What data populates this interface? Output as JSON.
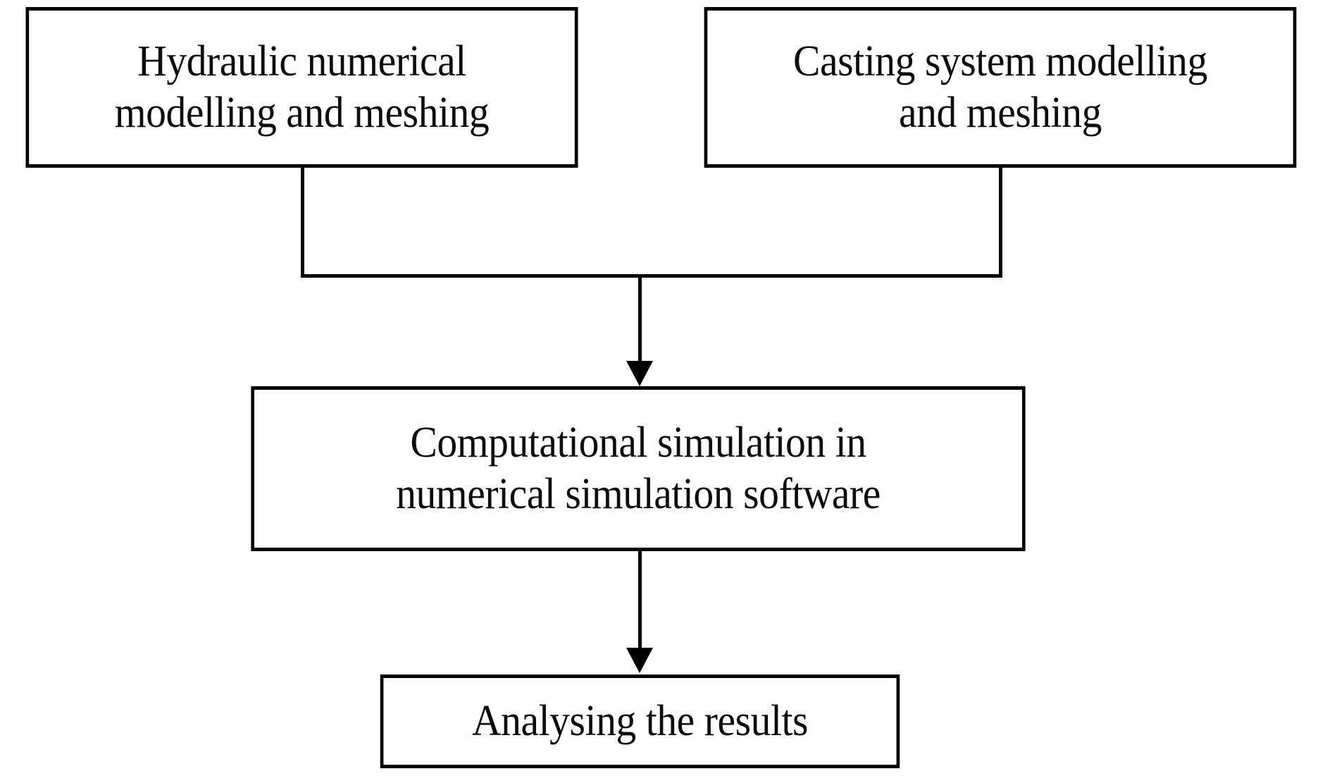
{
  "diagram": {
    "type": "flowchart",
    "orientation": "top-to-bottom",
    "background_color": "#ffffff",
    "line_color": "#000000",
    "text_color": "#0d0d0d",
    "nodes": [
      {
        "id": "hydraulic",
        "label": "Hydraulic numerical\nmodelling and meshing",
        "shape": "rectangle",
        "row": 1,
        "column": 1
      },
      {
        "id": "casting",
        "label": "Casting system modelling\nand meshing",
        "shape": "rectangle",
        "row": 1,
        "column": 2
      },
      {
        "id": "simulation",
        "label": "Computational simulation in\nnumerical simulation software",
        "shape": "rectangle",
        "row": 2,
        "column": 1
      },
      {
        "id": "analysis",
        "label": "Analysing the results",
        "shape": "rectangle",
        "row": 3,
        "column": 1
      }
    ],
    "edges": [
      {
        "id": "edge-hydraulic-merge",
        "from": "hydraulic",
        "to": "merge-junction",
        "style": "elbow",
        "arrowhead": false
      },
      {
        "id": "edge-casting-merge",
        "from": "casting",
        "to": "merge-junction",
        "style": "elbow",
        "arrowhead": false
      },
      {
        "id": "edge-merge-simulation",
        "from": "merge-junction",
        "to": "simulation",
        "style": "straight",
        "arrowhead": true
      },
      {
        "id": "edge-simulation-analysis",
        "from": "simulation",
        "to": "analysis",
        "style": "straight",
        "arrowhead": true
      }
    ]
  }
}
